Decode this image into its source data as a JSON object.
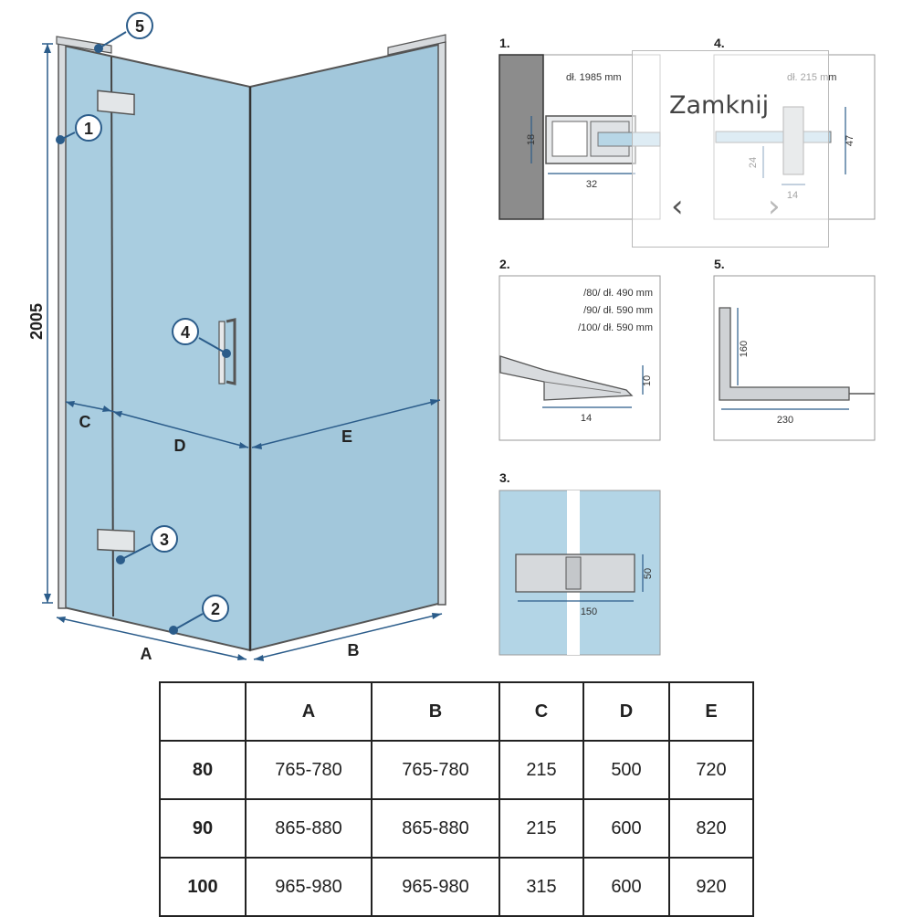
{
  "diagram": {
    "height_label": "2005",
    "callouts": [
      "1",
      "2",
      "3",
      "4",
      "5"
    ],
    "dim_labels": {
      "c": "C",
      "d": "D",
      "e": "E",
      "a": "A",
      "b": "B"
    }
  },
  "details": {
    "d1": {
      "number": "1.",
      "length": "dł. 1985 mm",
      "dim_h": "18",
      "dim_w": "32"
    },
    "d4": {
      "number": "4.",
      "length": "dł. 215 mm",
      "dim_h1": "24",
      "dim_h2": "47",
      "dim_w": "14"
    },
    "d2": {
      "number": "2.",
      "lines": [
        "/80/ dł. 490 mm",
        "/90/ dł. 590 mm",
        "/100/ dł. 590 mm"
      ],
      "dim_h": "10",
      "dim_w": "14"
    },
    "d5": {
      "number": "5.",
      "dim_h": "160",
      "dim_w": "230"
    },
    "d3": {
      "number": "3.",
      "dim_h": "50",
      "dim_w": "150"
    }
  },
  "lightbox": {
    "close_label": "Zamknij",
    "prev_icon": "chevron-left-icon",
    "next_icon": "chevron-right-icon",
    "prev_glyph": "‹",
    "next_glyph": "›"
  },
  "table": {
    "headers": [
      "",
      "A",
      "B",
      "C",
      "D",
      "E"
    ],
    "rows": [
      [
        "80",
        "765-780",
        "765-780",
        "215",
        "500",
        "720"
      ],
      [
        "90",
        "865-880",
        "865-880",
        "215",
        "600",
        "820"
      ],
      [
        "100",
        "965-980",
        "965-980",
        "315",
        "600",
        "920"
      ]
    ]
  },
  "colors": {
    "glass": "#a9cde0",
    "frame": "#555555",
    "marker": "#2b5c8a",
    "panel_bg": "#b3d5e6"
  }
}
